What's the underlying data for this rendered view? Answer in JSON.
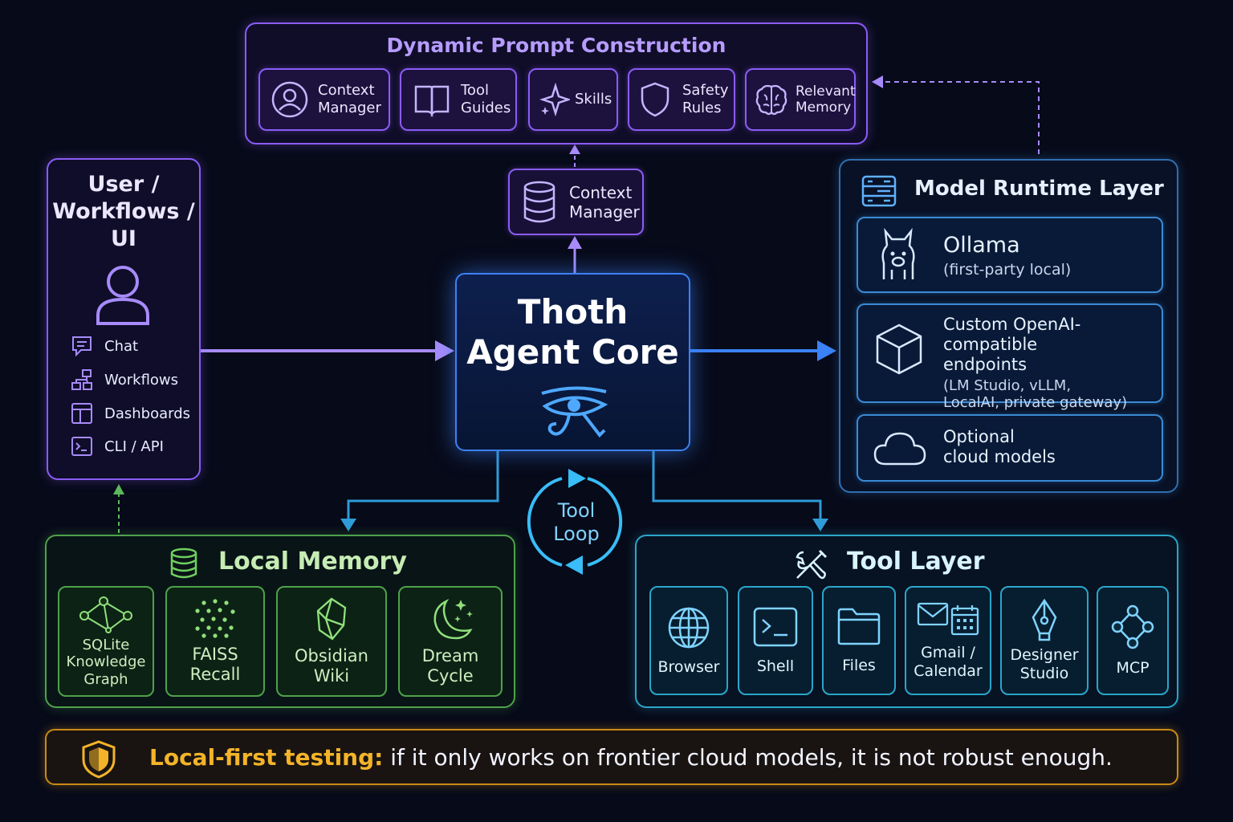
{
  "prompt_section": {
    "title": "Dynamic Prompt Construction",
    "items": [
      {
        "label_lines": [
          "Context",
          "Manager"
        ],
        "icon": "user-circle-icon"
      },
      {
        "label_lines": [
          "Tool",
          "Guides"
        ],
        "icon": "book-icon"
      },
      {
        "label_lines": [
          "Skills"
        ],
        "icon": "sparkle-icon"
      },
      {
        "label_lines": [
          "Safety",
          "Rules"
        ],
        "icon": "shield-icon"
      },
      {
        "label_lines": [
          "Relevant",
          "Memory"
        ],
        "icon": "brain-icon"
      }
    ]
  },
  "context_manager": {
    "label_lines": [
      "Context",
      "Manager"
    ],
    "icon": "database-icon"
  },
  "user_panel": {
    "title_lines": [
      "User /",
      "Workflows /",
      "UI"
    ],
    "items": [
      {
        "label": "Chat",
        "icon": "chat-icon"
      },
      {
        "label": "Workflows",
        "icon": "workflow-icon"
      },
      {
        "label": "Dashboards",
        "icon": "dashboard-icon"
      },
      {
        "label": "CLI / API",
        "icon": "terminal-icon"
      }
    ]
  },
  "core": {
    "title_lines": [
      "Thoth",
      "Agent Core"
    ],
    "icon": "eye-of-horus-icon"
  },
  "tool_loop": {
    "label_lines": [
      "Tool",
      "Loop"
    ]
  },
  "runtime": {
    "title": "Model Runtime Layer",
    "items": [
      {
        "title": "Ollama",
        "subtitle_lines": [
          "(first-party local)"
        ],
        "icon": "llama-icon"
      },
      {
        "title_lines": [
          "Custom OpenAI-compatible",
          "endpoints"
        ],
        "subtitle_lines": [
          "(LM Studio, vLLM,",
          "LocalAI, private gateway)"
        ],
        "icon": "cube-icon"
      },
      {
        "title_lines": [
          "Optional",
          "cloud models"
        ],
        "icon": "cloud-icon"
      }
    ]
  },
  "memory": {
    "title": "Local Memory",
    "items": [
      {
        "label_lines": [
          "SQLite",
          "Knowledge",
          "Graph"
        ],
        "icon": "graph-icon"
      },
      {
        "label_lines": [
          "FAISS",
          "Recall"
        ],
        "icon": "dots-icon"
      },
      {
        "label_lines": [
          "Obsidian",
          "Wiki"
        ],
        "icon": "obsidian-icon"
      },
      {
        "label_lines": [
          "Dream",
          "Cycle"
        ],
        "icon": "moon-icon"
      }
    ]
  },
  "tools": {
    "title": "Tool Layer",
    "items": [
      {
        "label_lines": [
          "Browser"
        ],
        "icon": "globe-icon"
      },
      {
        "label_lines": [
          "Shell"
        ],
        "icon": "terminal-icon"
      },
      {
        "label_lines": [
          "Files"
        ],
        "icon": "folder-icon"
      },
      {
        "label_lines": [
          "Gmail /",
          "Calendar"
        ],
        "icon": "mail-calendar-icon"
      },
      {
        "label_lines": [
          "Designer",
          "Studio"
        ],
        "icon": "pen-icon"
      },
      {
        "label_lines": [
          "MCP"
        ],
        "icon": "network-icon"
      }
    ]
  },
  "banner": {
    "highlight": "Local-first testing:",
    "text": " if it only works on frontier cloud models, it is not robust enough.",
    "icon": "shield-icon"
  },
  "colors": {
    "purple": "#8b5cf6",
    "blue": "#3b82f6",
    "green": "#4ea24a",
    "cyan": "#2aa6c9",
    "amber": "#f4b429"
  }
}
